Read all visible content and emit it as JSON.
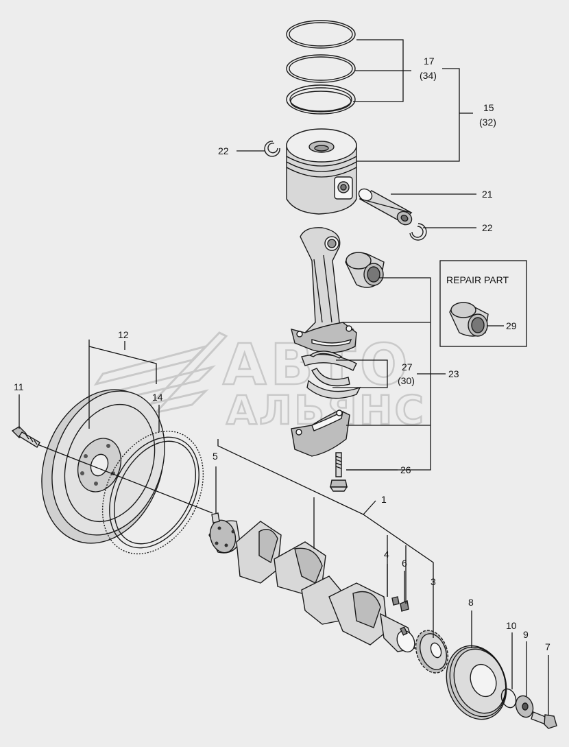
{
  "watermark": {
    "line1": "АВТО",
    "line2": "АЛЬЯНС"
  },
  "repair_box": {
    "title": "REPAIR PART"
  },
  "callouts": {
    "c1": "1",
    "c3": "3",
    "c4": "4",
    "c5": "5",
    "c6": "6",
    "c7": "7",
    "c8": "8",
    "c9": "9",
    "c10": "10",
    "c11": "11",
    "c12": "12",
    "c14": "14",
    "c15": "15",
    "c15b": "(32)",
    "c17": "17",
    "c17b": "(34)",
    "c21": "21",
    "c22a": "22",
    "c22b": "22",
    "c23": "23",
    "c26": "26",
    "c27": "27",
    "c27b": "(30)",
    "c29": "29"
  }
}
